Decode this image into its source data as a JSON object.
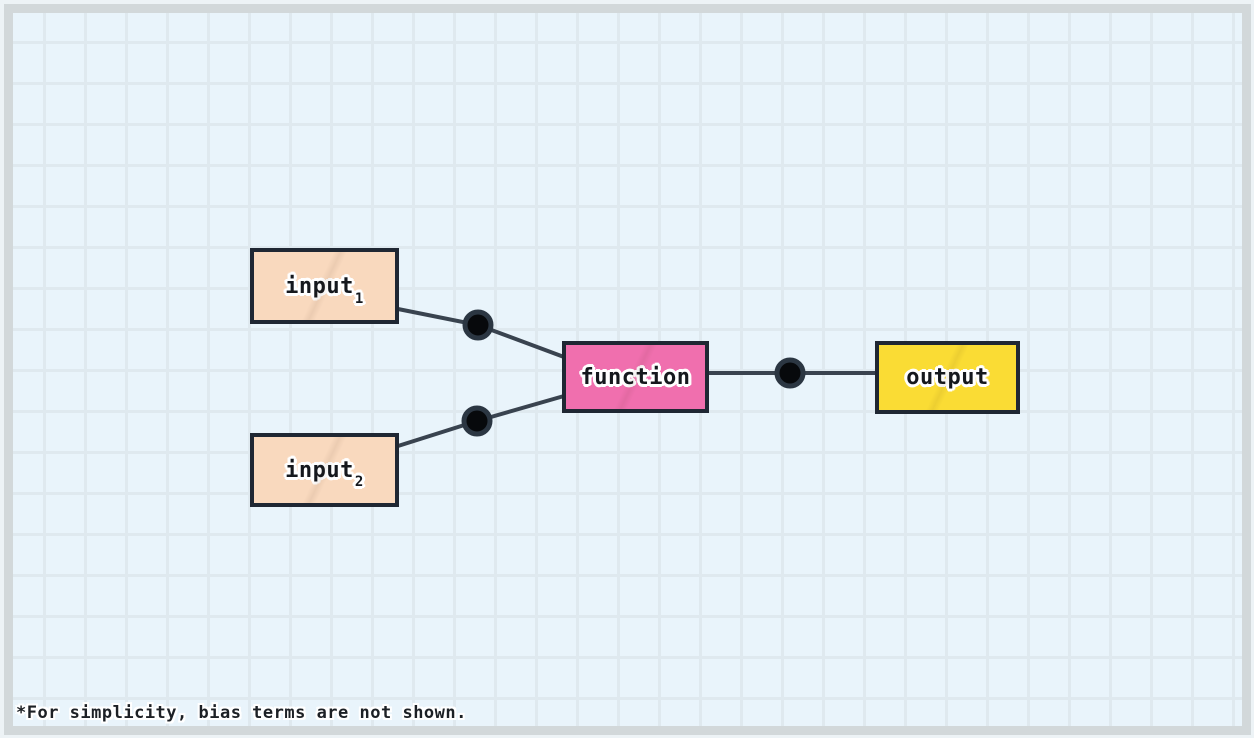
{
  "frame": {
    "border_color": "#D2D8DA",
    "canvas_background": "#E9F4FB",
    "grid_line_color": "#DFE9EF"
  },
  "diagram": {
    "type": "flow-diagram",
    "nodes": [
      {
        "id": "input1",
        "label": "input",
        "sub": "1",
        "fill": "#F9D9BE"
      },
      {
        "id": "input2",
        "label": "input",
        "sub": "2",
        "fill": "#F9D9BE"
      },
      {
        "id": "function",
        "label": "function",
        "sub": "",
        "fill": "#F06FAE"
      },
      {
        "id": "output",
        "label": "output",
        "sub": "",
        "fill": "#FADC34"
      }
    ],
    "connections": [
      {
        "from": "input1",
        "to": "function",
        "weight_dot": true
      },
      {
        "from": "input2",
        "to": "function",
        "weight_dot": true
      },
      {
        "from": "function",
        "to": "output",
        "weight_dot": true
      }
    ],
    "edge_color": "#39434F",
    "node_border_color": "#1F2733",
    "dot_fill": "#07090C",
    "dot_ring": "#2B3642"
  },
  "footnote": "*For simplicity, bias terms are not shown."
}
